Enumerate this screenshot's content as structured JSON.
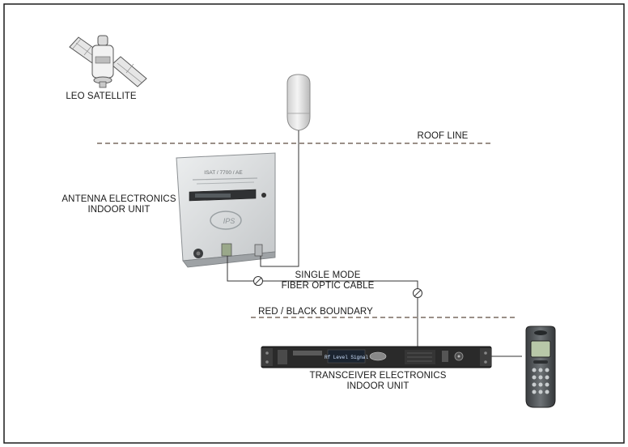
{
  "labels": {
    "leo_satellite": "LEO SATELLITE",
    "roof_line": "ROOF LINE",
    "antenna_line1": "ANTENNA ELECTRONICS",
    "antenna_line2": "INDOOR UNIT",
    "fiber_line1": "SINGLE MODE",
    "fiber_line2": "FIBER OPTIC CABLE",
    "red_black": "RED / BLACK BOUNDARY",
    "transceiver_line1": "TRANSCEIVER ELECTRONICS",
    "transceiver_line2": "INDOOR UNIT"
  },
  "device_text": {
    "antenna_model": "ISAT / 7700 / AE",
    "rack_display": "Rf Level Signal"
  },
  "colors": {
    "border": "#1a1a1a",
    "dashed_line": "#9a8f88",
    "cable": "#333333",
    "enclosure": "#d9dbdc",
    "rack": "#2a2a2a"
  }
}
